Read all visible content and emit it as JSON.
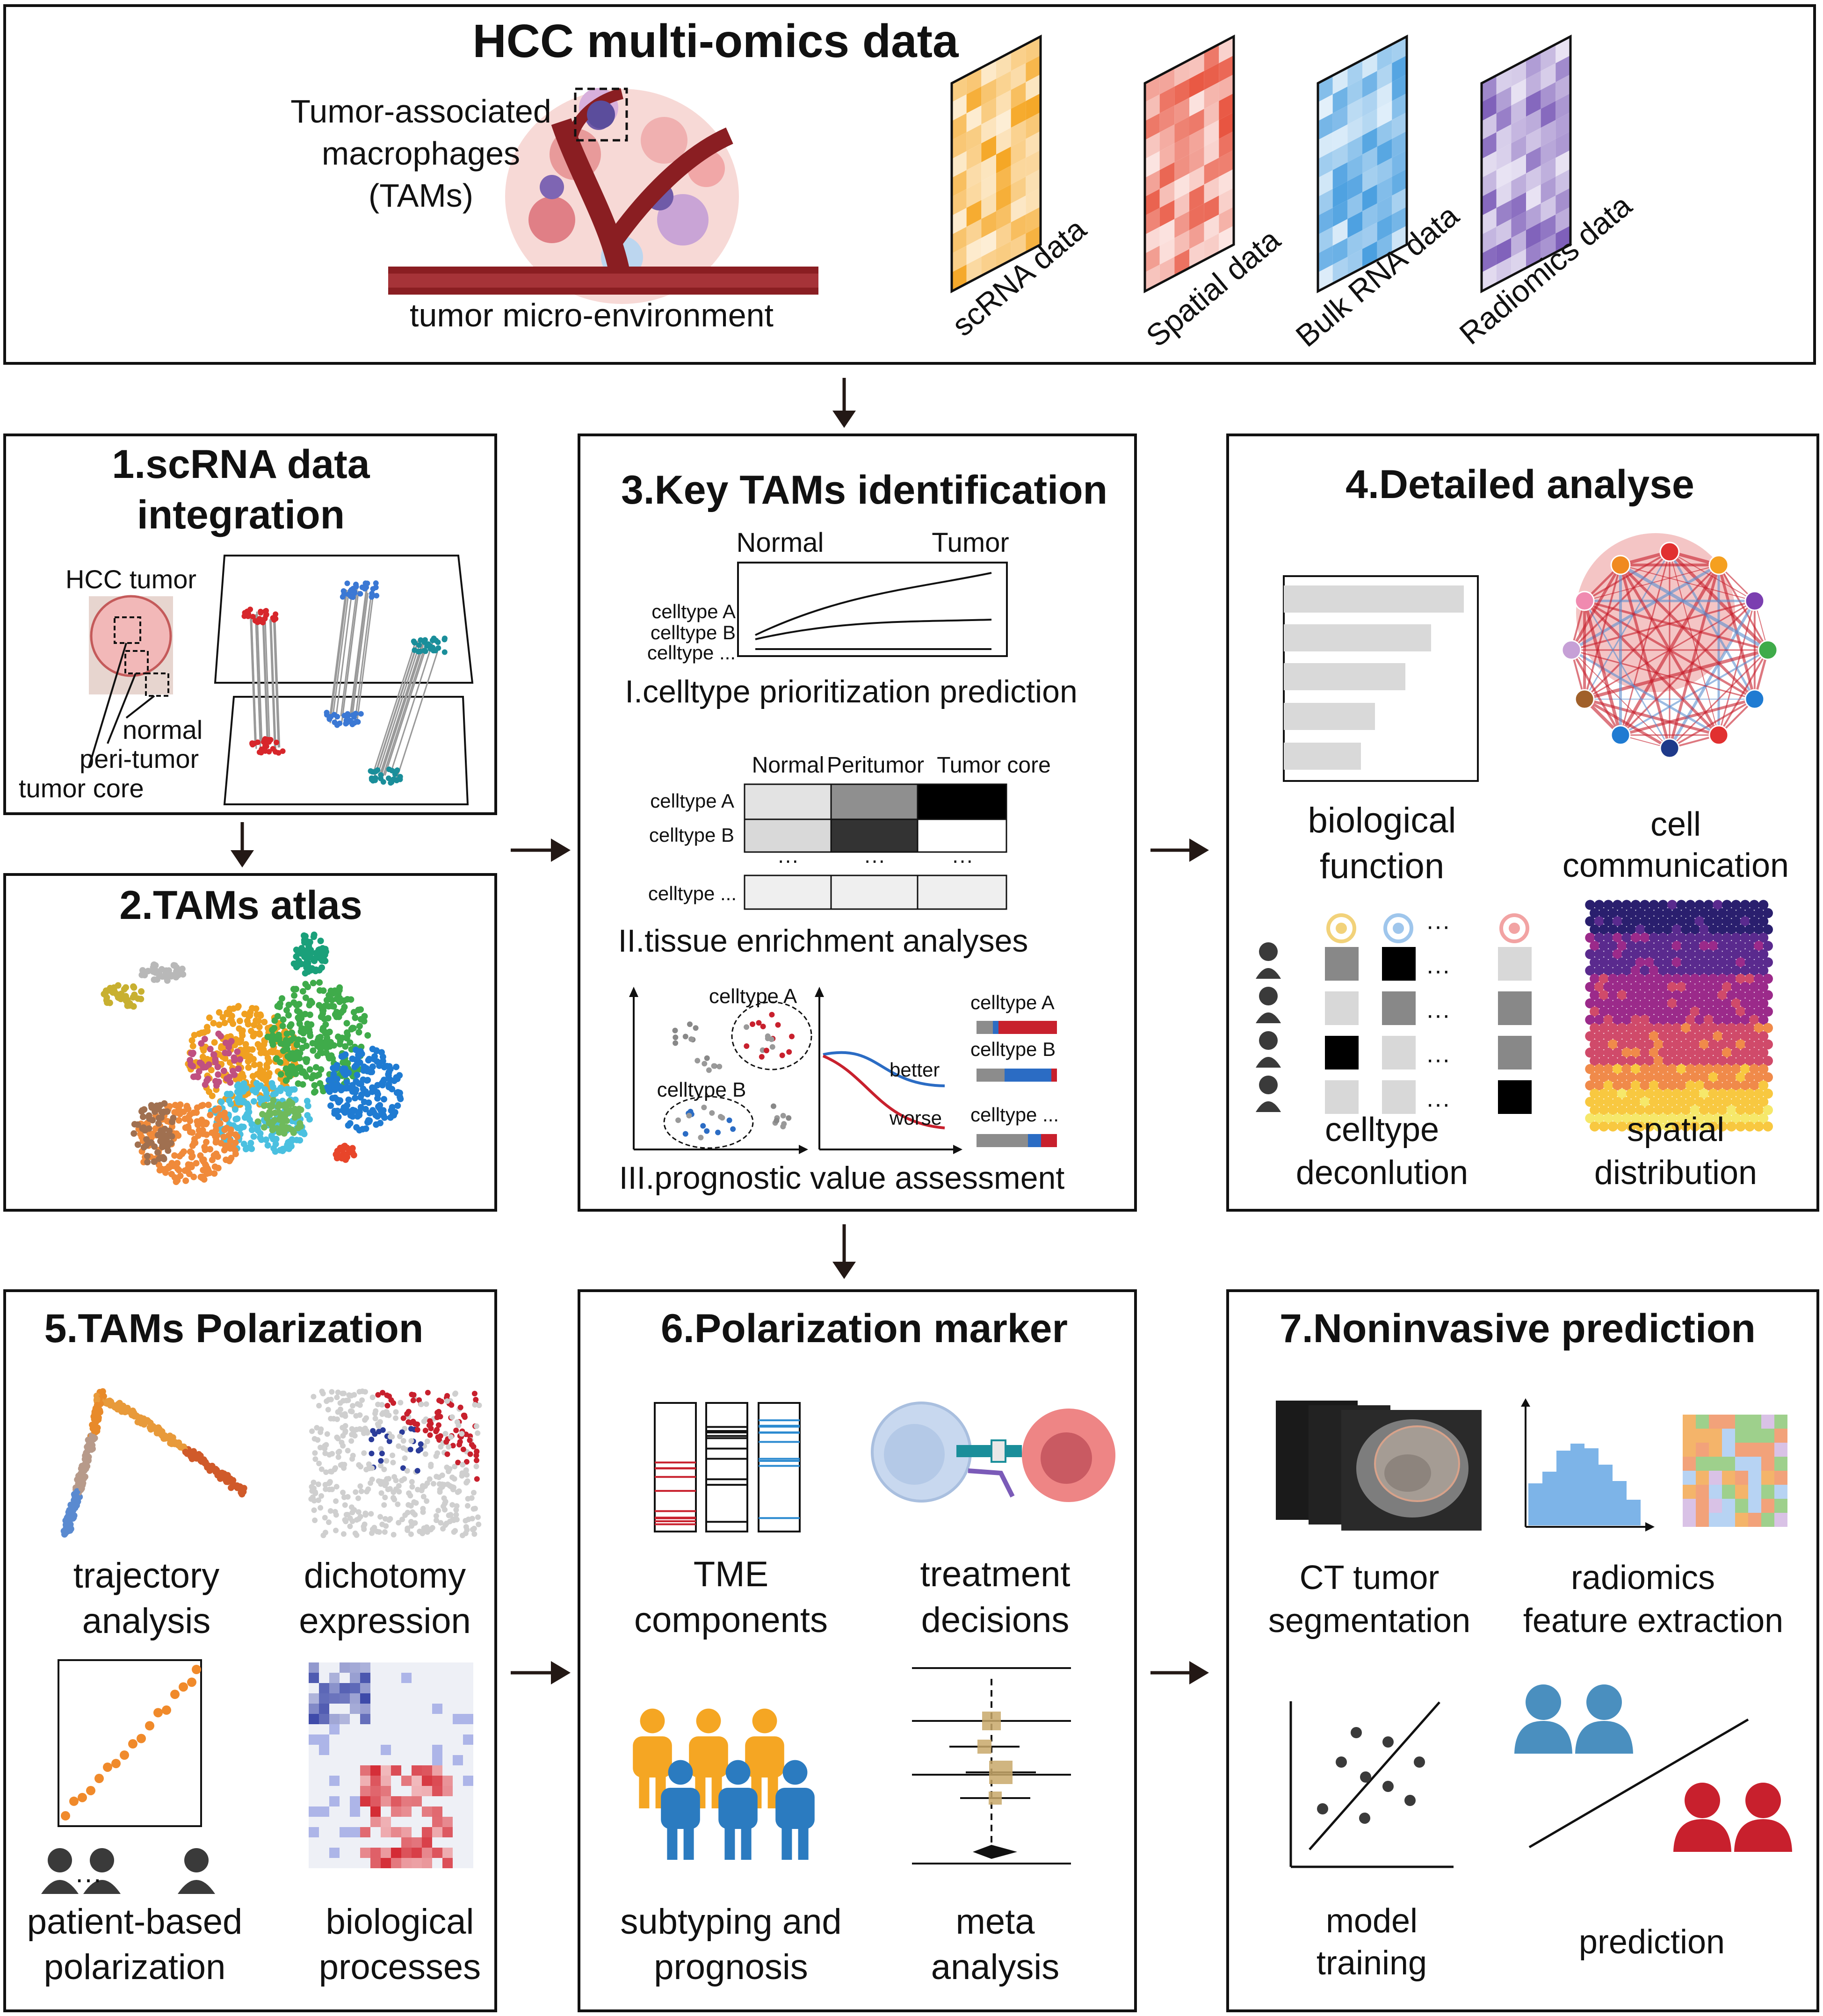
{
  "header": {
    "title": "HCC multi-omics data",
    "tam_label": [
      "Tumor-associated",
      "macrophages",
      "(TAMs)"
    ],
    "tme_label": "tumor micro-environment",
    "data_types": [
      "scRNA data",
      "Spatial data",
      "Bulk RNA data",
      "Radiomics data"
    ]
  },
  "panel1": {
    "title": [
      "1.scRNA data",
      "integration"
    ],
    "hcc_tumor": "HCC tumor",
    "regions": [
      "normal",
      "peri-tumor",
      "tumor core"
    ]
  },
  "panel2": {
    "title": "2.TAMs atlas"
  },
  "panel3": {
    "title": "3.Key TAMs identification",
    "sec1": {
      "normal": "Normal",
      "tumor": "Tumor",
      "rows": [
        "celltype A",
        "celltype B",
        "celltype ..."
      ],
      "caption": "I.celltype prioritization prediction"
    },
    "sec2": {
      "columns": [
        "Normal",
        "Peritumor",
        "Tumor core"
      ],
      "rows": [
        "celltype A",
        "celltype B",
        "celltype ..."
      ],
      "ellipsis": "···",
      "caption": "II.tissue enrichment analyses"
    },
    "sec3": {
      "clusters": [
        "celltype A",
        "celltype B"
      ],
      "curves": [
        "better",
        "worse"
      ],
      "bars": [
        "celltype A",
        "celltype B",
        "celltype ..."
      ],
      "caption": "III.prognostic value assessment"
    }
  },
  "panel4": {
    "title": "4.Detailed analyse",
    "labels": {
      "bio": [
        "biological",
        "function"
      ],
      "cell": [
        "cell",
        "communication"
      ],
      "decon": [
        "celltype",
        "deconlution"
      ],
      "spatial": [
        "spatial",
        "distribution"
      ]
    },
    "ellipsis": "···"
  },
  "panel5": {
    "title": "5.TAMs Polarization",
    "labels": {
      "traj": [
        "trajectory",
        "analysis"
      ],
      "dich": [
        "dichotomy",
        "expression"
      ],
      "patient": [
        "patient-based",
        "polarization"
      ],
      "bioproc": [
        "biological",
        "processes"
      ]
    },
    "ellipsis": "···"
  },
  "panel6": {
    "title": "6.Polarization marker",
    "labels": {
      "tme": [
        "TME",
        "components"
      ],
      "treat": [
        "treatment",
        "decisions"
      ],
      "subtype": [
        "subtyping and",
        "prognosis"
      ],
      "meta": [
        "meta",
        "analysis"
      ]
    }
  },
  "panel7": {
    "title": "7.Noninvasive prediction",
    "labels": {
      "ct": [
        "CT tumor",
        "segmentation"
      ],
      "radio": [
        "radiomics",
        "feature extraction"
      ],
      "model": [
        "model",
        "training"
      ],
      "pred": "prediction"
    }
  },
  "colors": {
    "scrna": "#f5a623",
    "spatial": "#e8543f",
    "bulk": "#4a9fe0",
    "radiomics": "#7b5bb8",
    "red": "#c8202d",
    "blue": "#2b6cc4",
    "orange": "#f08a2b",
    "gray": "#d7d7d7",
    "teal": "#1a8e9a"
  }
}
